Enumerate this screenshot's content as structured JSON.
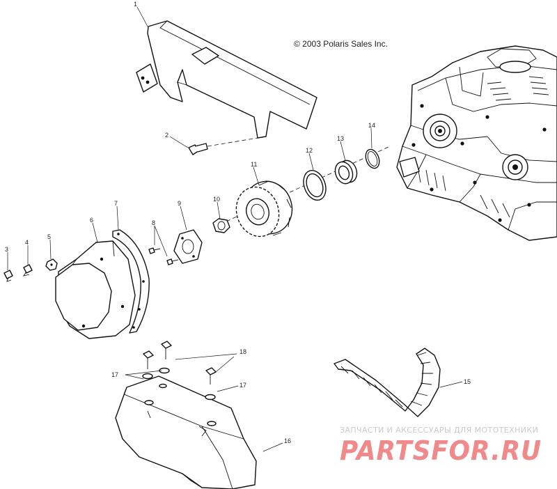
{
  "copyright": "© 2003 Polaris Sales Inc.",
  "labels": {
    "p1": "1",
    "p2": "2",
    "p3": "3",
    "p4": "4",
    "p5": "5",
    "p6": "6",
    "p7": "7",
    "p8": "8",
    "p9": "9",
    "p10": "10",
    "p11": "11",
    "p12": "12",
    "p13": "13",
    "p14": "14",
    "p15": "15",
    "p16": "16",
    "p17a": "17",
    "p17b": "17",
    "p18": "18"
  },
  "watermark": {
    "subtitle": "ЗАПЧАСТИ И АКСЕССУАРЫ ДЛЯ МОТОТЕХНИКИ",
    "brand": "PARTSFOR.RU"
  }
}
